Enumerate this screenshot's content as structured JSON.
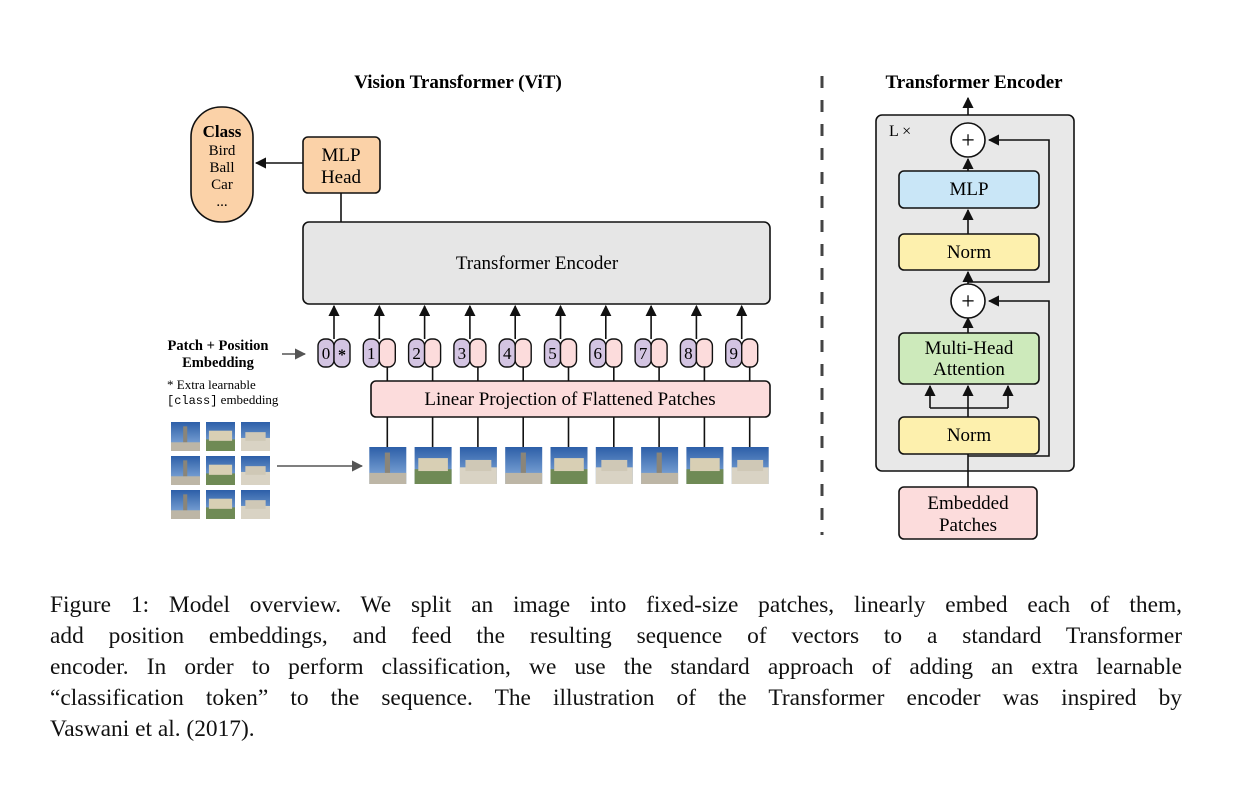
{
  "vit": {
    "title": "Vision Transformer (ViT)",
    "class_box": {
      "heading": "Class",
      "items": [
        "Bird",
        "Ball",
        "Car",
        "..."
      ]
    },
    "mlp_head": [
      "MLP",
      "Head"
    ],
    "encoder_label": "Transformer Encoder",
    "patch_position_label": [
      "Patch + Position",
      "Embedding"
    ],
    "extra_note": {
      "line1": "* Extra learnable",
      "code": "[class]",
      "suffix": " embedding"
    },
    "tokens": [
      "0",
      "1",
      "2",
      "3",
      "4",
      "5",
      "6",
      "7",
      "8",
      "9"
    ],
    "class_token_marker": "*",
    "linear_projection_label": "Linear Projection of Flattened Patches"
  },
  "encoder_detail": {
    "title": "Transformer Encoder",
    "repeat_label": "L ×",
    "plus_symbol": "+",
    "mlp_label": "MLP",
    "norm_label": "Norm",
    "mha_label": [
      "Multi-Head",
      "Attention"
    ],
    "embedded_patches_label": [
      "Embedded",
      "Patches"
    ]
  },
  "colors": {
    "class_box": "#fbd2a8",
    "mlp_head": "#fbd2a8",
    "encoder": "#e6e6e6",
    "encoder_detail_bg": "#e8e8e8",
    "token_position": "#d3c4e2",
    "token_patch": "#fcdcdc",
    "linear_projection": "#fcdcdc",
    "mlp_block": "#c9e6f7",
    "norm_block": "#fdf0ad",
    "mha_block": "#cdeabb",
    "embedded_patches": "#fcdcdc"
  },
  "caption": {
    "lines": [
      "Figure 1: Model overview. We split an image into fixed-size patches, linearly embed each of them,",
      "add position embeddings, and feed the resulting sequence of vectors to a standard Transformer",
      "encoder. In order to perform classification, we use the standard approach of adding an extra learnable",
      "“classification token” to the sequence. The illustration of the Transformer encoder was inspired by",
      "Vaswani et al. (2017)."
    ]
  }
}
